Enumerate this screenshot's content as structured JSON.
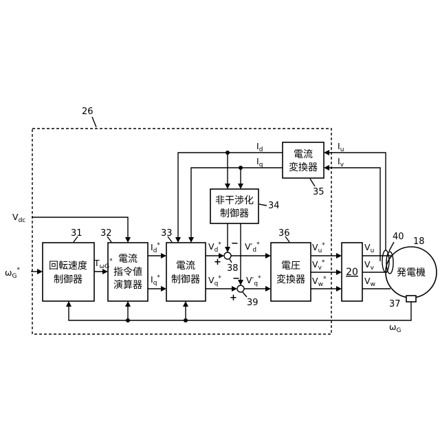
{
  "ref_numbers": {
    "controller": "26",
    "rotation_speed_controller": "31",
    "current_command_calculator": "32",
    "current_controller": "33",
    "non_interference_controller": "34",
    "current_converter": "35",
    "voltage_converter": "36",
    "speed_sensor": "37",
    "subtractor_d": "38",
    "subtractor_q": "39",
    "current_sensors": "40",
    "generator": "18",
    "power_converter": "20"
  },
  "blocks": {
    "rotation_speed_controller": [
      "回転速度",
      "制御器"
    ],
    "current_command_calculator": [
      "電流",
      "指令値",
      "演算器"
    ],
    "current_controller": [
      "電流",
      "制御器"
    ],
    "non_interference_controller": [
      "非干渉化",
      "制御器"
    ],
    "current_converter": [
      "電流",
      "変換器"
    ],
    "voltage_converter": [
      "電圧",
      "変換器"
    ],
    "power_converter": "20",
    "generator": "発電機"
  },
  "signals": {
    "vdc": {
      "main": "V",
      "sub": "dc"
    },
    "omega_ref": {
      "main": "ω",
      "sub": "G",
      "sup": "*"
    },
    "torque_ref": {
      "main": "T",
      "sub": "ωG",
      "sup": "*"
    },
    "id_ref": {
      "main": "I",
      "sub": "d",
      "sup": "*"
    },
    "iq_ref": {
      "main": "I",
      "sub": "q",
      "sup": "*"
    },
    "vd_ref": {
      "main": "V",
      "sub": "d",
      "sup": "*"
    },
    "vq_ref": {
      "main": "V",
      "sub": "q",
      "sup": "*"
    },
    "vd_prime": {
      "main": "V′",
      "sub": "d",
      "sup": "*"
    },
    "vq_prime": {
      "main": "V′",
      "sub": "q",
      "sup": "*"
    },
    "vu_ref": {
      "main": "V",
      "sub": "u",
      "sup": "*"
    },
    "vv_ref": {
      "main": "V",
      "sub": "v",
      "sup": "*"
    },
    "vw_ref": {
      "main": "V",
      "sub": "w",
      "sup": "*"
    },
    "vu": {
      "main": "V",
      "sub": "u"
    },
    "vv": {
      "main": "V",
      "sub": "v"
    },
    "vw": {
      "main": "V",
      "sub": "w"
    },
    "iu": {
      "main": "I",
      "sub": "u"
    },
    "iv": {
      "main": "I",
      "sub": "v"
    },
    "id": {
      "main": "I",
      "sub": "d"
    },
    "iq": {
      "main": "I",
      "sub": "q"
    },
    "omega_g": {
      "main": "ω",
      "sub": "G"
    }
  },
  "summing_signs": {
    "d_plus": "+",
    "d_minus": "−",
    "q_plus": "+",
    "q_minus": "−"
  }
}
